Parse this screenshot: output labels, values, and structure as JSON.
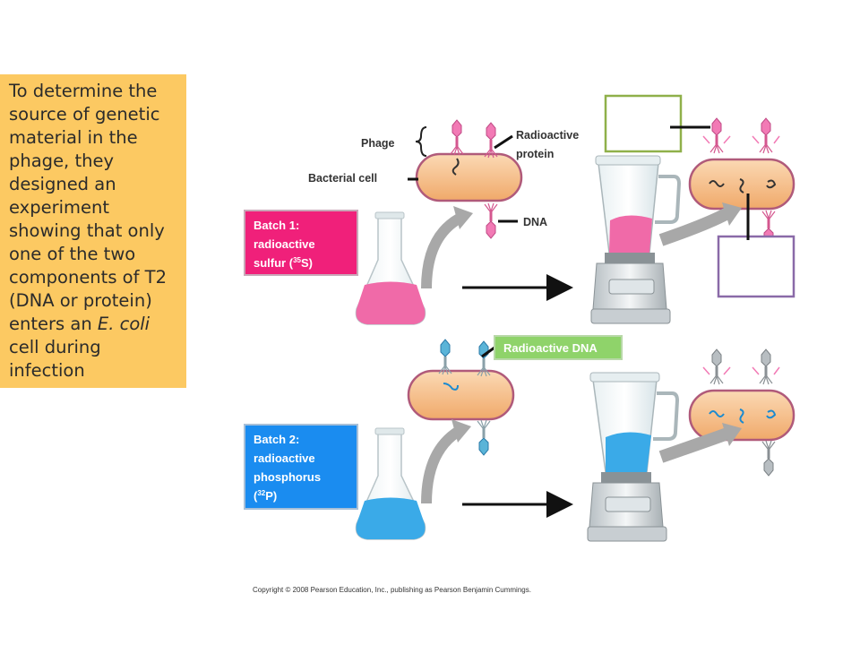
{
  "sidebar": {
    "text_before": "To determine the source of genetic material in the phage, they designed an experiment showing that only one of the two components of T2 (DNA or protein) enters an ",
    "text_italic": "E. coli",
    "text_after": " cell during infection"
  },
  "labels": {
    "phage": "Phage",
    "bacterial_cell": "Bacterial cell",
    "radioactive_protein_line1": "Radioactive",
    "radioactive_protein_line2": "protein",
    "dna": "DNA",
    "radioactive_dna": "Radioactive DNA"
  },
  "batch1": {
    "line1": "Batch 1:",
    "line2": "radioactive",
    "line3_pre": "sulfur (",
    "sup": "35",
    "line3_post": "S)"
  },
  "batch2": {
    "line1": "Batch 2:",
    "line2": "radioactive",
    "line3": "phosphorus",
    "line4_pre": "(",
    "sup": "32",
    "line4_post": "P)"
  },
  "copyright": "Copyright © 2008 Pearson Education, Inc., publishing as Pearson Benjamin Cummings.",
  "colors": {
    "sidebar": "#fcc962",
    "batch1_box": "#f0207a",
    "batch2_box": "#1a8cf0",
    "radioactive_dna_box": "#8fd36a",
    "sulfur_liquid": "#f06aa8",
    "phosphorus_liquid": "#3aaae8",
    "cell": "#f5c08a",
    "green_frame": "#8fb04a",
    "purple_frame": "#8a6aa8"
  }
}
